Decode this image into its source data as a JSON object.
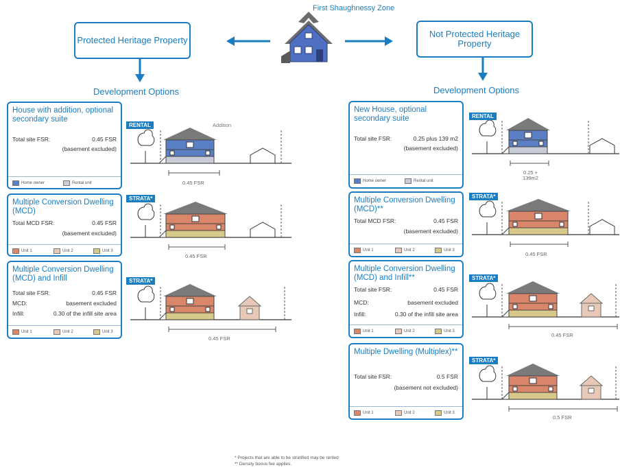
{
  "zone_title": "First Shaughnessy Zone",
  "left_header": "Protected Heritage Property",
  "right_header": "Not Protected Heritage Property",
  "dev_options": "Development Options",
  "left_cards": [
    {
      "title": "House with addition, optional secondary suite",
      "row1_k": "Total site FSR:",
      "row1_v": "0.45 FSR",
      "note": "(basement excluded)",
      "legend": [
        "Home owner",
        "Rental unit"
      ],
      "tag": "RENTAL",
      "fsr": "0.45  FSR",
      "addition": "Addition"
    },
    {
      "title": "Multiple Conversion Dwelling (MCD)",
      "row1_k": "Total MCD FSR:",
      "row1_v": "0.45 FSR",
      "note": "(basement excluded)",
      "legend": [
        "Unit 1",
        "Unit 2",
        "Unit 3"
      ],
      "tag": "STRATA*",
      "fsr": "0.45 FSR"
    },
    {
      "title": "Multiple Conversion Dwelling (MCD) and Infill",
      "row1_k": "Total site FSR:",
      "row1_v": "0.45 FSR",
      "row2_k": "MCD:",
      "row2_v": "basement excluded",
      "row3_k": "Infill:",
      "row3_v": "0.30 of the infill site area",
      "legend": [
        "Unit 1",
        "Unit 2",
        "Unit 3"
      ],
      "tag": "STRATA*",
      "fsr": "0.45 FSR"
    }
  ],
  "right_cards": [
    {
      "title": "New House, optional secondary suite",
      "row1_k": "Total site FSR:",
      "row1_v": "0.25 plus 139 m2",
      "note": "(basement excluded)",
      "legend": [
        "Home owner",
        "Rental unit"
      ],
      "tag": "RENTAL",
      "fsr": "0.25 +\n139m2"
    },
    {
      "title": "Multiple Conversion Dwelling (MCD)**",
      "row1_k": "Total MCD FSR:",
      "row1_v": "0.45 FSR",
      "note": "(basement excluded)",
      "legend": [
        "Unit 1",
        "Unit 2",
        "Unit 3"
      ],
      "tag": "STRATA*",
      "fsr": "0.45 FSR"
    },
    {
      "title": "Multiple Conversion Dwelling (MCD) and Infill**",
      "row1_k": "Total site FSR:",
      "row1_v": "0.45 FSR",
      "row2_k": "MCD:",
      "row2_v": "basement excluded",
      "row3_k": "Infill:",
      "row3_v": "0.30 of the infill site area",
      "legend": [
        "Unit 1",
        "Unit 2",
        "Unit 3"
      ],
      "tag": "STRATA*",
      "fsr": "0.45 FSR"
    },
    {
      "title": "Multiple Dwelling (Multiplex)**",
      "row1_k": "Total site FSR:",
      "row1_v": "0.5 FSR",
      "note": "(basement not excluded)",
      "legend": [
        "Unit 1",
        "Unit 2",
        "Unit 3"
      ],
      "tag": "STRATA*",
      "fsr": "0.5 FSR"
    }
  ],
  "footnote1": "* Projects that are able to be stratified may be rented",
  "footnote2": "** Density bonus fee applies.",
  "colors": {
    "accent": "#1a7dc2",
    "owner": "#5b7fc4",
    "rental": "#c8cdd8",
    "unit1": "#d9866a",
    "unit2": "#e8c9b8",
    "unit3": "#d7c98a"
  }
}
